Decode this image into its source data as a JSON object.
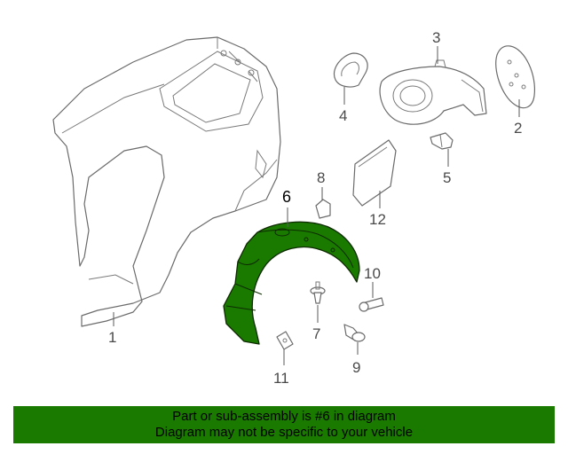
{
  "diagram": {
    "highlight_color": "#1a7a00",
    "highlighted_part": "6",
    "callouts": [
      {
        "id": "1",
        "label": "1"
      },
      {
        "id": "2",
        "label": "2"
      },
      {
        "id": "3",
        "label": "3"
      },
      {
        "id": "4",
        "label": "4"
      },
      {
        "id": "5",
        "label": "5"
      },
      {
        "id": "6",
        "label": "6"
      },
      {
        "id": "7",
        "label": "7"
      },
      {
        "id": "8",
        "label": "8"
      },
      {
        "id": "9",
        "label": "9"
      },
      {
        "id": "10",
        "label": "10"
      },
      {
        "id": "11",
        "label": "11"
      },
      {
        "id": "12",
        "label": "12"
      }
    ]
  },
  "banner": {
    "line1": "Part or sub-assembly is #6 in diagram",
    "line2": "Diagram may not be specific to your vehicle"
  }
}
